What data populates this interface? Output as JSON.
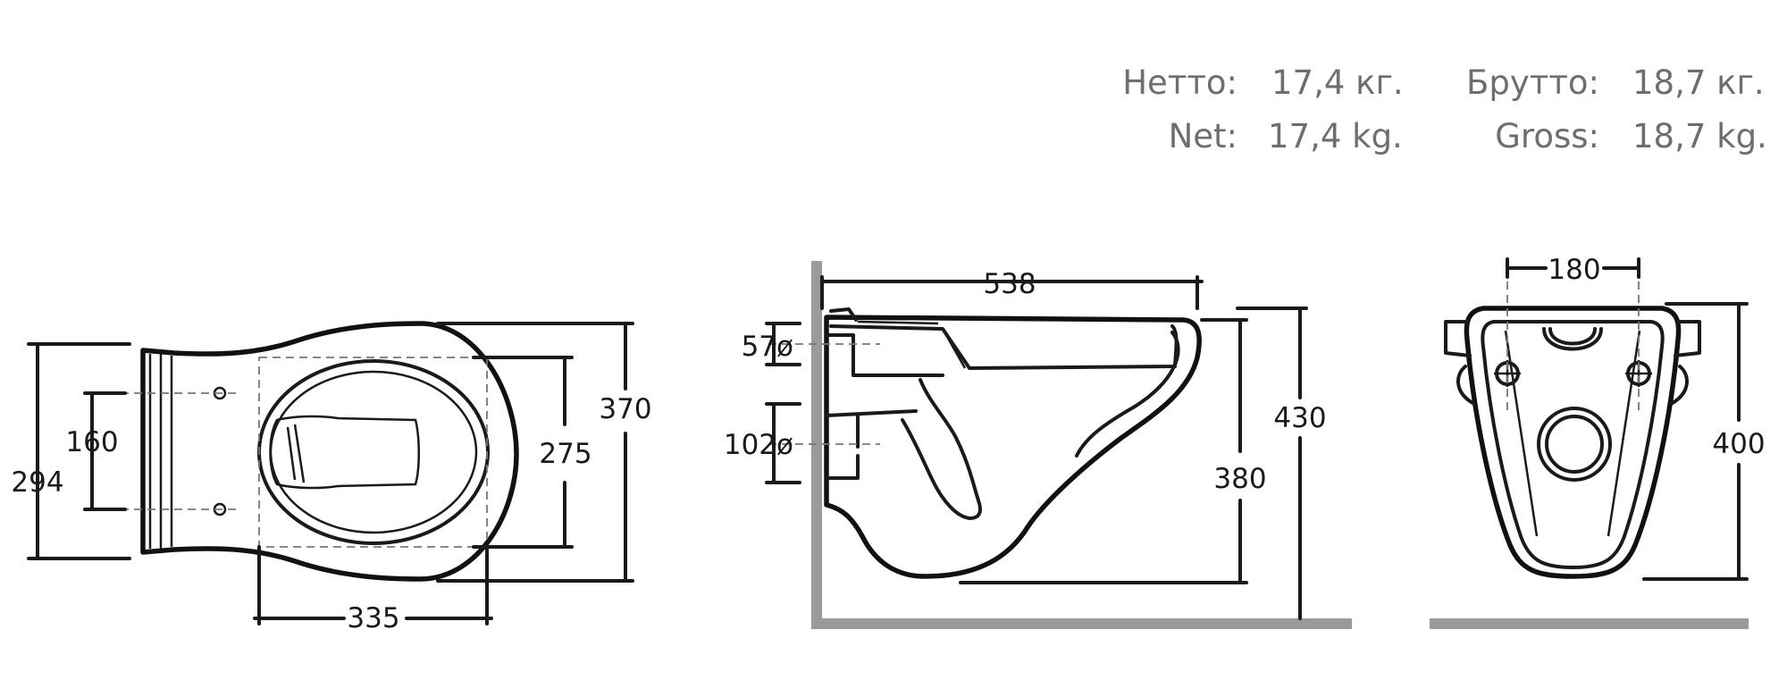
{
  "weights": {
    "netto_label_ru": "Нетто:",
    "netto_value_ru": "17,4 кг.",
    "brutto_label_ru": "Брутто:",
    "brutto_value_ru": "18,7 кг.",
    "net_label_en": "Net:",
    "net_value_en": "17,4 kg.",
    "gross_label_en": "Gross:",
    "gross_value_en": "18,7 kg."
  },
  "top_view": {
    "dim_width": "294",
    "dim_bolt_spacing": "160",
    "dim_bowl_length": "335",
    "dim_inner_width": "275",
    "dim_overall_width": "370"
  },
  "side_view": {
    "dim_length": "538",
    "dim_water_inlet": "57ø",
    "dim_drain_outlet": "102ø",
    "dim_height": "380",
    "dim_rim_height": "430"
  },
  "rear_view": {
    "dim_bolt_spacing": "180",
    "dim_height": "400"
  },
  "colors": {
    "line": "#1a1a1a",
    "floor": "#9a9a9a",
    "weight_text": "#6e6e6e"
  }
}
